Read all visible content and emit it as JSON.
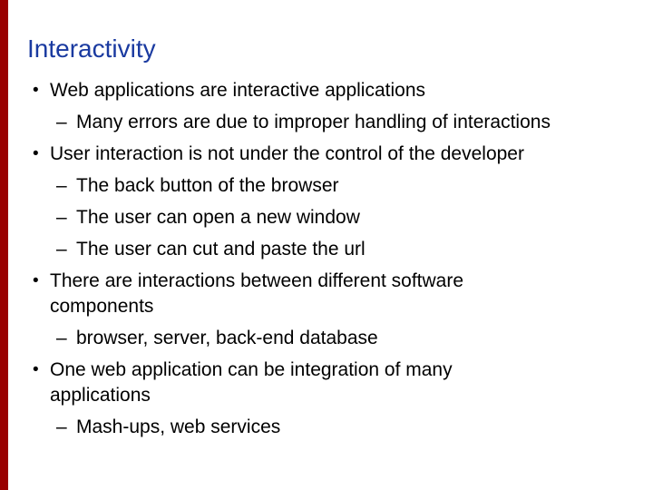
{
  "slide": {
    "title": "Interactivity",
    "colors": {
      "title": "#1a3aa0",
      "accent_bar": "#990000",
      "body_text": "#000000",
      "background": "#ffffff"
    },
    "markers": {
      "level1": "•",
      "level2": "–"
    },
    "lines": [
      {
        "level": 1,
        "cont": false,
        "text": "Web applications are interactive applications"
      },
      {
        "level": 2,
        "cont": false,
        "text": "Many errors are due to improper handling of interactions"
      },
      {
        "level": 1,
        "cont": false,
        "text": "User interaction is not under the control of the developer"
      },
      {
        "level": 2,
        "cont": false,
        "text": "The back button of the browser"
      },
      {
        "level": 2,
        "cont": false,
        "text": "The user can open a new window"
      },
      {
        "level": 2,
        "cont": false,
        "text": "The user can cut and paste the url"
      },
      {
        "level": 1,
        "cont": false,
        "text": "There are interactions between different software"
      },
      {
        "level": 1,
        "cont": true,
        "text": "components"
      },
      {
        "level": 2,
        "cont": false,
        "text": "browser, server, back-end database"
      },
      {
        "level": 1,
        "cont": false,
        "text": "One web application can be integration of many"
      },
      {
        "level": 1,
        "cont": true,
        "text": "applications"
      },
      {
        "level": 2,
        "cont": false,
        "text": "Mash-ups, web services"
      }
    ]
  }
}
